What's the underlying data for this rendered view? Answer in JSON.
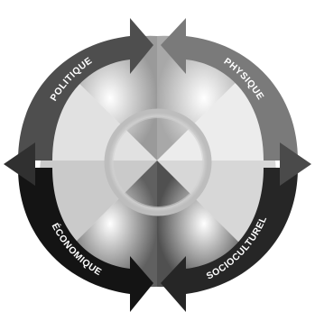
{
  "labels": {
    "top_left": "POLITIQUE",
    "top_right": "PHYSIQUE",
    "bottom_left": "ÉCONOMIQUE",
    "bottom_right": "SOCIOCULTUREL"
  },
  "colors": {
    "top_left": "#4e4e4e",
    "top_right": "#7a7a7a",
    "bottom_left": "#141414",
    "bottom_right": "#262626",
    "sector_light": "#d9d9d9",
    "ring": "#b9b9b9"
  }
}
